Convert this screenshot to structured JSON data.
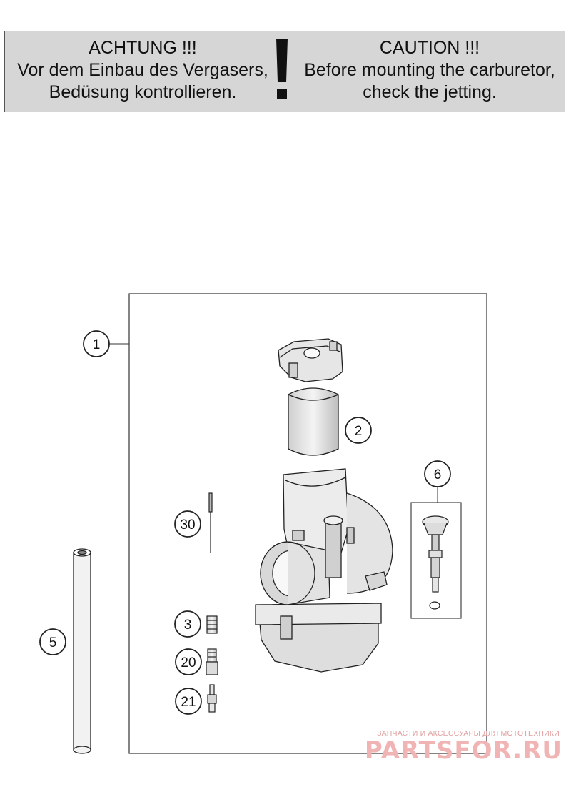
{
  "warning": {
    "de": {
      "line1": "ACHTUNG !!!",
      "line2": "Vor dem Einbau des Vergasers,",
      "line3": "Bedüsung kontrollieren."
    },
    "en": {
      "line1": "CAUTION !!!",
      "line2": "Before mounting the carburetor,",
      "line3": "check the jetting."
    },
    "icon": "exclamation-icon"
  },
  "callouts": {
    "c1": "1",
    "c2": "2",
    "c3": "3",
    "c5": "5",
    "c6": "6",
    "c20": "20",
    "c21": "21",
    "c30": "30"
  },
  "watermark": {
    "tagline": "ЗАПЧАСТИ И АКСЕССУАРЫ ДЛЯ МОТОТЕХНИКИ",
    "logo": "PARTSFOR.RU"
  }
}
